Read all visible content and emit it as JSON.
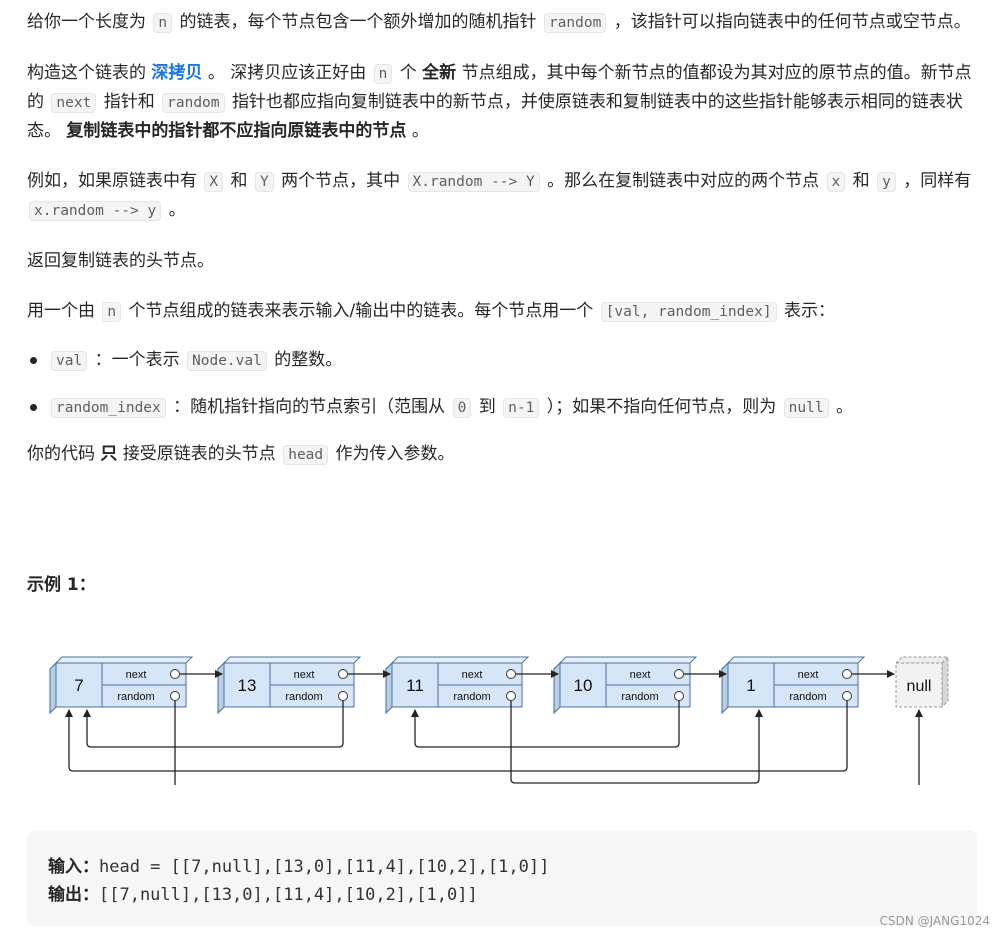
{
  "p1": {
    "t1": "给你一个长度为",
    "c1": "n",
    "t2": "的链表，每个节点包含一个额外增加的随机指针",
    "c2": "random",
    "t3": "，该指针可以指向链表中的任何节点或空节点。"
  },
  "p2": {
    "t1": "构造这个链表的",
    "link": "深拷贝",
    "t2": "。 深拷贝应该正好由",
    "c1": "n",
    "t3": "个",
    "b1": "全新",
    "t4": "节点组成，其中每个新节点的值都设为其对应的原节点的值。新节点的",
    "c2": "next",
    "t5": "指针和",
    "c3": "random",
    "t6": "指针也都应指向复制链表中的新节点，并使原链表和复制链表中的这些指针能够表示相同的链表状态。",
    "b2": "复制链表中的指针都不应指向原链表中的节点",
    "t7": "。"
  },
  "p3": {
    "t1": "例如，如果原链表中有",
    "c1": "X",
    "t2": "和",
    "c2": "Y",
    "t3": "两个节点，其中",
    "c3": "X.random --> Y",
    "t4": "。那么在复制链表中对应的两个节点",
    "c4": "x",
    "t5": "和",
    "c5": "y",
    "t6": "，同样有",
    "c6": "x.random --> y",
    "t7": "。"
  },
  "p4": "返回复制链表的头节点。",
  "p5": {
    "t1": "用一个由",
    "c1": "n",
    "t2": "个节点组成的链表来表示输入/输出中的链表。每个节点用一个",
    "c2": "[val, random_index]",
    "t3": "表示："
  },
  "bullets": [
    {
      "c1": "val",
      "t1": "：一个表示",
      "c2": "Node.val",
      "t2": "的整数。"
    },
    {
      "c1": "random_index",
      "t1": "：随机指针指向的节点索引（范围从",
      "c2": "0",
      "t2": "到",
      "c3": "n-1",
      "t3": "）；如果不指向任何节点，则为",
      "c4": "null",
      "t4": "。"
    }
  ],
  "p6": {
    "t1": "你的代码",
    "b1": "只",
    "t2": "接受原链表的头节点",
    "c1": "head",
    "t3": "作为传入参数。"
  },
  "example_title": "示例 1：",
  "diagram": {
    "nodes": [
      "7",
      "13",
      "11",
      "10",
      "1"
    ],
    "next_label": "next",
    "random_label": "random",
    "null_label": "null"
  },
  "code": {
    "input_label": "输入：",
    "input_value": "head = [[7,null],[13,0],[11,4],[10,2],[1,0]]",
    "output_label": "输出：",
    "output_value": "[[7,null],[13,0],[11,4],[10,2],[1,0]]"
  },
  "watermark": "CSDN @JANG1024",
  "colors": {
    "node_fill": "#d6e5f7",
    "node_stroke": "#4b6f9a",
    "link_blue": "#1a73e8"
  }
}
